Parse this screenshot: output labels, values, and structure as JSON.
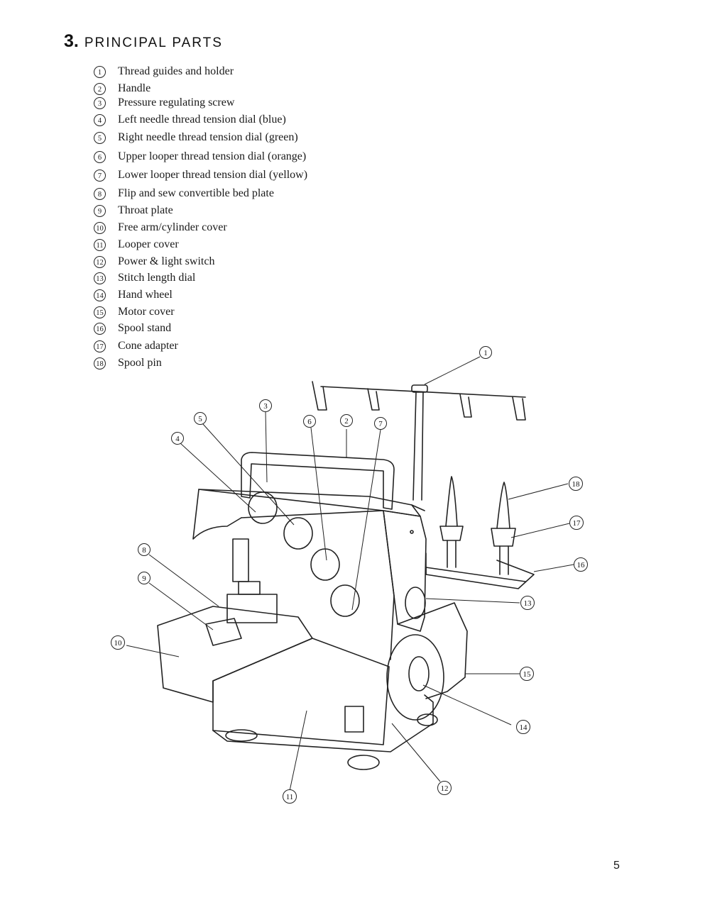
{
  "heading": {
    "number": "3.",
    "title": "PRINCIPAL PARTS"
  },
  "parts": [
    {
      "marker": "1",
      "label": "Thread guides and holder"
    },
    {
      "marker": "2",
      "label": "Handle"
    },
    {
      "marker": "3",
      "label": "Pressure regulating screw"
    },
    {
      "marker": "4",
      "label": "Left needle thread tension dial (blue)"
    },
    {
      "marker": "5",
      "label": "Right needle thread tension dial (green)"
    },
    {
      "marker": "6",
      "label": "Upper looper thread tension dial (orange)"
    },
    {
      "marker": "7",
      "label": "Lower looper thread tension dial (yellow)"
    },
    {
      "marker": "8",
      "label": "Flip and sew convertible bed plate"
    },
    {
      "marker": "9",
      "label": "Throat plate"
    },
    {
      "marker": "10",
      "label": "Free arm/cylinder cover"
    },
    {
      "marker": "11",
      "label": "Looper cover"
    },
    {
      "marker": "12",
      "label": "Power & light switch"
    },
    {
      "marker": "13",
      "label": "Stitch length dial"
    },
    {
      "marker": "14",
      "label": "Hand wheel"
    },
    {
      "marker": "15",
      "label": "Motor cover"
    },
    {
      "marker": "16",
      "label": "Spool stand"
    },
    {
      "marker": "17",
      "label": "Cone adapter"
    },
    {
      "marker": "18",
      "label": "Spool pin"
    }
  ],
  "diagram": {
    "callouts": [
      "1",
      "2",
      "3",
      "4",
      "5",
      "6",
      "7",
      "8",
      "9",
      "10",
      "11",
      "12",
      "13",
      "14",
      "15",
      "16",
      "17",
      "18"
    ]
  },
  "page_number": "5"
}
